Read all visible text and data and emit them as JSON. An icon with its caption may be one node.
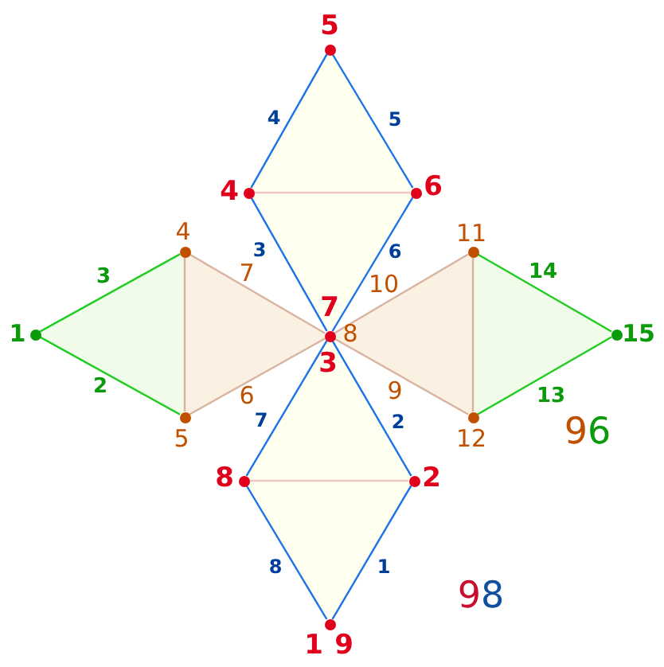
{
  "diagram": {
    "nodes": [
      {
        "text": [],
        "shape": "circle",
        "beside": [
          "5"
        ]
      },
      {
        "text": [],
        "shape": "circle",
        "beside": [
          "4"
        ]
      },
      {
        "text": [],
        "shape": "circle",
        "beside": [
          "6"
        ]
      },
      {
        "text": [],
        "shape": "circle",
        "beside": [
          "4"
        ]
      },
      {
        "text": [],
        "shape": "circle",
        "beside": [
          "11"
        ]
      },
      {
        "text": [],
        "shape": "circle",
        "beside": [
          "1"
        ]
      },
      {
        "text": [],
        "shape": "circle",
        "beside": [
          "7",
          "8",
          "3"
        ]
      },
      {
        "text": [],
        "shape": "circle",
        "beside": [
          "15"
        ]
      },
      {
        "text": [],
        "shape": "circle",
        "beside": [
          "5"
        ]
      },
      {
        "text": [],
        "shape": "circle",
        "beside": [
          "12"
        ]
      },
      {
        "text": [],
        "shape": "circle",
        "beside": [
          "8"
        ]
      },
      {
        "text": [],
        "shape": "circle",
        "beside": [
          "2"
        ]
      },
      {
        "text": [],
        "shape": "circle",
        "beside": [
          "1",
          "9"
        ]
      }
    ],
    "edges": [
      {
        "from": 0,
        "to": 1,
        "arrow": "none",
        "label": "4"
      },
      {
        "from": 0,
        "to": 2,
        "arrow": "none",
        "label": "5"
      },
      {
        "from": 1,
        "to": 2,
        "arrow": "none",
        "color": "#f0c8c0"
      },
      {
        "from": 1,
        "to": 6,
        "arrow": "none",
        "label": "3"
      },
      {
        "from": 2,
        "to": 6,
        "arrow": "none",
        "label": "6"
      },
      {
        "from": 6,
        "to": 10,
        "arrow": "none",
        "label": "7"
      },
      {
        "from": 6,
        "to": 11,
        "arrow": "none",
        "label": "2"
      },
      {
        "from": 10,
        "to": 11,
        "arrow": "none",
        "color": "#f0c8c0"
      },
      {
        "from": 10,
        "to": 12,
        "arrow": "none",
        "label": "8"
      },
      {
        "from": 11,
        "to": 12,
        "arrow": "none",
        "label": "1"
      },
      {
        "from": 5,
        "to": 3,
        "arrow": "none",
        "label": "3",
        "color": "#22cc22"
      },
      {
        "from": 5,
        "to": 8,
        "arrow": "none",
        "label": "2",
        "color": "#22cc22"
      },
      {
        "from": 3,
        "to": 8,
        "arrow": "none",
        "color": "#d8b4a0"
      },
      {
        "from": 3,
        "to": 6,
        "arrow": "none",
        "label": "7",
        "color": "#d8b4a0"
      },
      {
        "from": 8,
        "to": 6,
        "arrow": "none",
        "label": "6",
        "color": "#d8b4a0"
      },
      {
        "from": 6,
        "to": 4,
        "arrow": "none",
        "label": "10",
        "color": "#d8b4a0"
      },
      {
        "from": 6,
        "to": 9,
        "arrow": "none",
        "label": "9",
        "color": "#d8b4a0"
      },
      {
        "from": 4,
        "to": 9,
        "arrow": "none",
        "color": "#d8b4a0"
      },
      {
        "from": 4,
        "to": 7,
        "arrow": "none",
        "label": "14",
        "color": "#22cc22"
      },
      {
        "from": 9,
        "to": 7,
        "arrow": "none",
        "label": "13",
        "color": "#22cc22"
      }
    ],
    "labels": [
      "96",
      "98"
    ]
  }
}
